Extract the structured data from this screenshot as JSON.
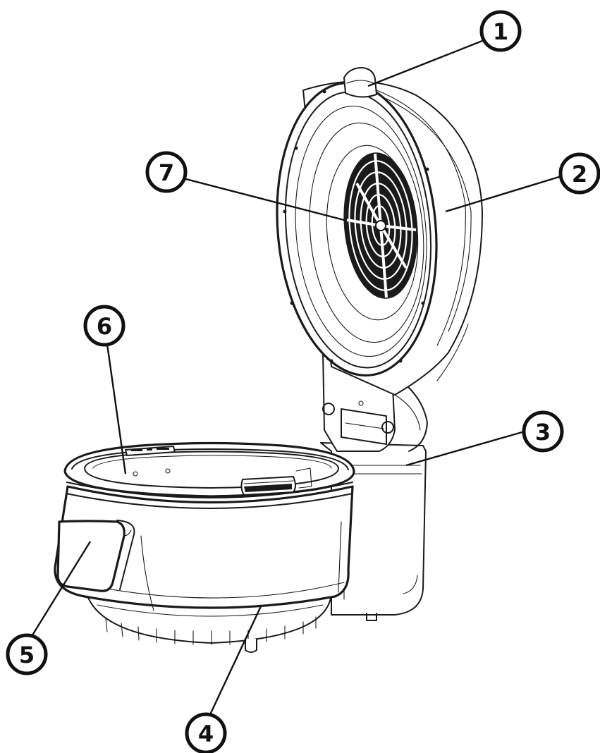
{
  "diagram": {
    "callouts": [
      {
        "id": "1",
        "label": "1"
      },
      {
        "id": "2",
        "label": "2"
      },
      {
        "id": "3",
        "label": "3"
      },
      {
        "id": "4",
        "label": "4"
      },
      {
        "id": "5",
        "label": "5"
      },
      {
        "id": "6",
        "label": "6"
      },
      {
        "id": "7",
        "label": "7"
      }
    ],
    "colors": {
      "line": "#111111",
      "background": "#ffffff"
    }
  }
}
